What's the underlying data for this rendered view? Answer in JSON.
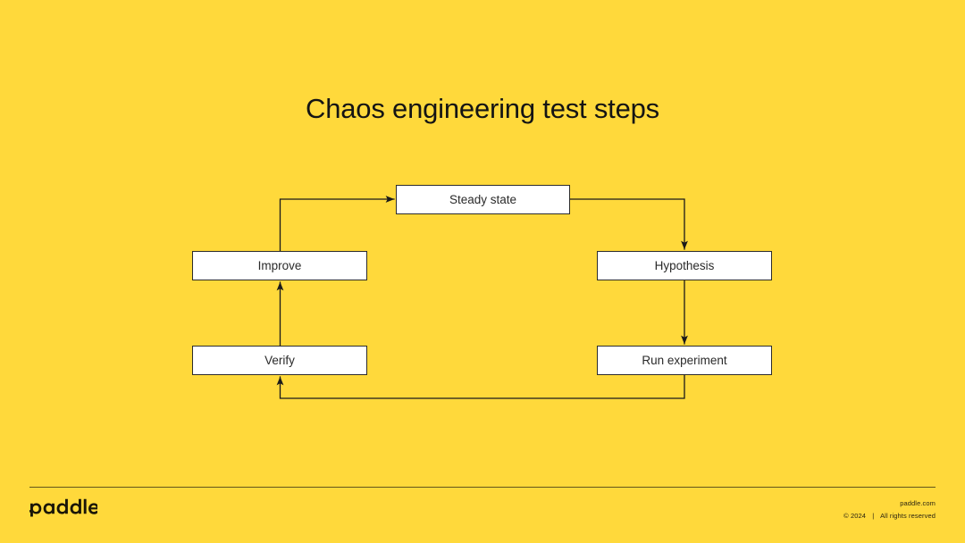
{
  "slide": {
    "title": "Chaos engineering test steps",
    "background_color": "#FFD93B",
    "text_color": "#141414"
  },
  "diagram": {
    "type": "flowchart-cycle",
    "box_fill": "#FFFFFF",
    "box_stroke": "#2b2b2b",
    "connector_color": "#1a1a1a",
    "nodes": [
      {
        "id": "steady-state",
        "label": "Steady state"
      },
      {
        "id": "hypothesis",
        "label": "Hypothesis"
      },
      {
        "id": "run-experiment",
        "label": "Run experiment"
      },
      {
        "id": "verify",
        "label": "Verify"
      },
      {
        "id": "improve",
        "label": "Improve"
      }
    ],
    "edges": [
      {
        "from": "improve",
        "to": "steady-state"
      },
      {
        "from": "steady-state",
        "to": "hypothesis"
      },
      {
        "from": "hypothesis",
        "to": "run-experiment"
      },
      {
        "from": "run-experiment",
        "to": "verify"
      },
      {
        "from": "verify",
        "to": "improve"
      }
    ]
  },
  "footer": {
    "logo_text": "paddle",
    "site": "paddle.com",
    "copyright": "© 2024",
    "separator": "|",
    "rights": "All rights reserved"
  }
}
